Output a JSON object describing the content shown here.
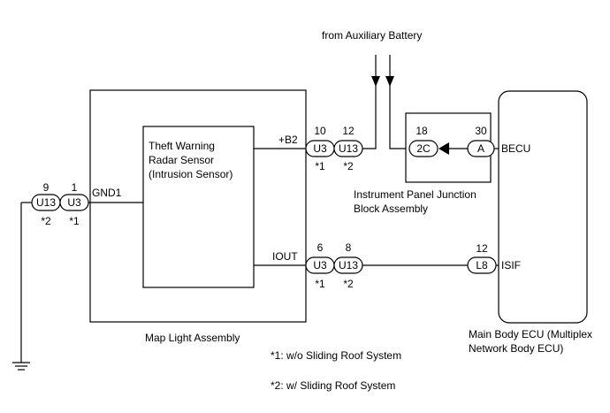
{
  "top_label": "from Auxiliary Battery",
  "map_light": {
    "title": "Map Light Assembly",
    "sensor_name": [
      "Theft Warning",
      "Radar Sensor",
      "(Intrusion Sensor)"
    ],
    "pin_gnd": "GND1",
    "pin_b2": "+B2",
    "pin_iout": "IOUT"
  },
  "ground_connectors": [
    {
      "pin": "9",
      "name": "U13",
      "note": "*2"
    },
    {
      "pin": "1",
      "name": "U3",
      "note": "*1"
    }
  ],
  "b2_connectors": [
    {
      "pin": "10",
      "name": "U3",
      "note": "*1"
    },
    {
      "pin": "12",
      "name": "U13",
      "note": "*2"
    }
  ],
  "iout_connectors": [
    {
      "pin": "6",
      "name": "U3",
      "note": "*1"
    },
    {
      "pin": "8",
      "name": "U13",
      "note": "*2"
    }
  ],
  "junction_block": {
    "title": [
      "Instrument Panel Junction",
      "Block Assembly"
    ],
    "conn_2c": {
      "pin": "18",
      "name": "2C"
    },
    "conn_a": {
      "pin": "30",
      "name": "A"
    }
  },
  "ecu": {
    "title": [
      "Main Body ECU (Multiplex",
      "Network Body ECU)"
    ],
    "pin_becu": "BECU",
    "pin_isif": "ISIF",
    "conn_l8": {
      "pin": "12",
      "name": "L8"
    }
  },
  "footnotes": [
    "*1: w/o Sliding Roof System",
    "*2: w/ Sliding Roof System"
  ]
}
